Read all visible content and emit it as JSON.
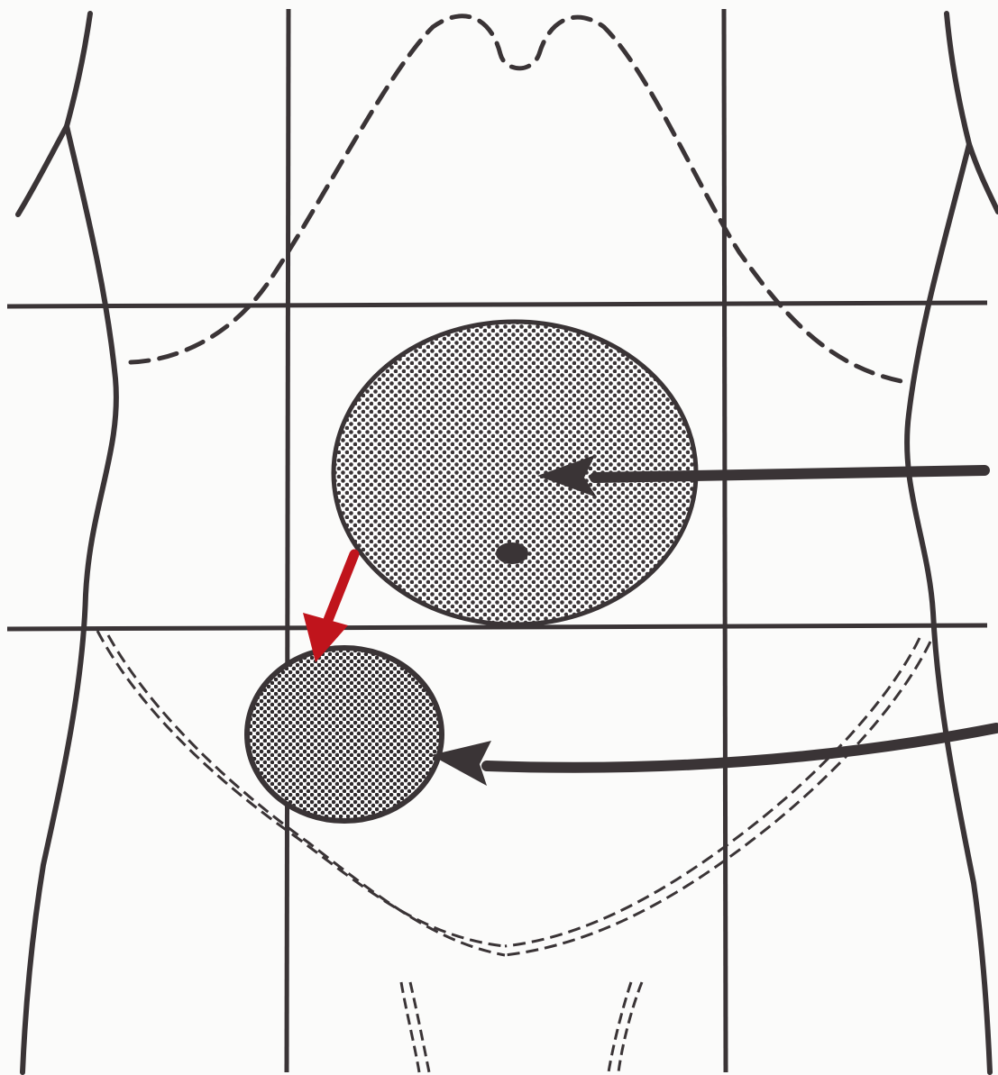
{
  "diagram": {
    "regions": [
      "grid-nine-regions"
    ],
    "markers": [
      {
        "id": "epigastric-periumbilical-area",
        "shape": "dotted-circle"
      },
      {
        "id": "right-lower-quadrant-area",
        "shape": "dotted-circle"
      }
    ],
    "arrows": [
      {
        "id": "migration-arrow",
        "color": "#c0141c"
      },
      {
        "id": "pointer-arrow-upper",
        "color": "#3a3436"
      },
      {
        "id": "pointer-arrow-lower",
        "color": "#3a3436"
      }
    ],
    "colors": {
      "ink": "#3a3436",
      "accent": "#c0141c",
      "paper": "#fbfbfa"
    }
  }
}
